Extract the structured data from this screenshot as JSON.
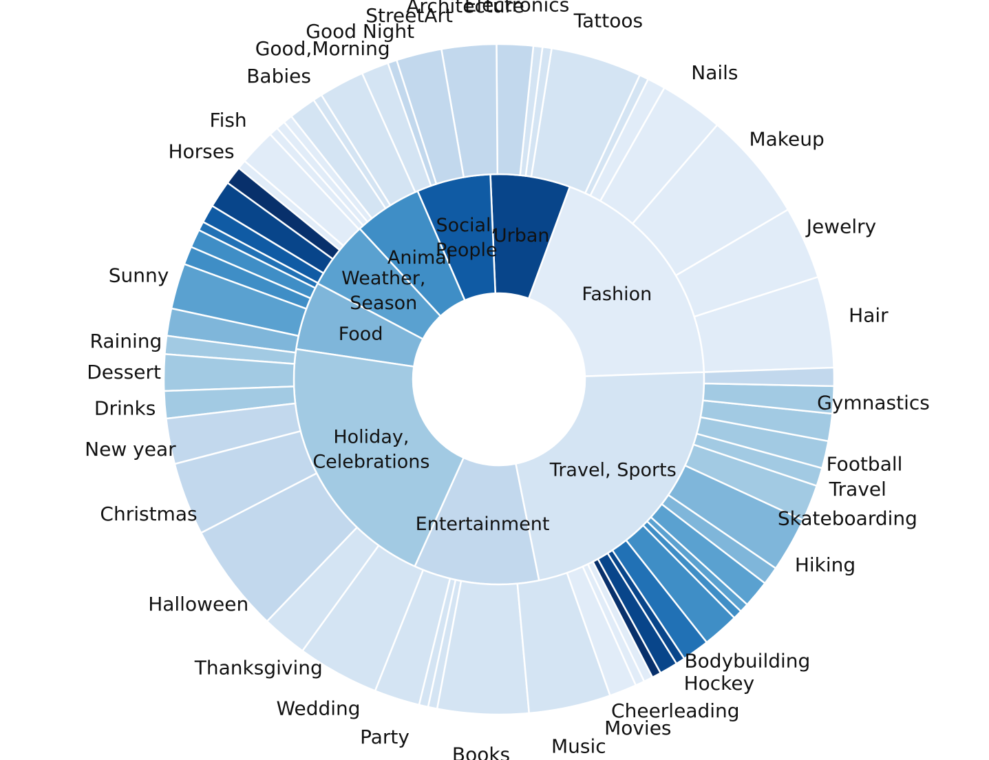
{
  "chart_data": {
    "type": "sunburst",
    "title": "",
    "colormap": "Blues",
    "inner": [
      {
        "name": "Fashion",
        "label_lines": [
          "Fashion"
        ],
        "value": 42,
        "color": "#e1ecf8"
      },
      {
        "name": "Urban",
        "label_lines": [
          "Urban"
        ],
        "value": 14,
        "color": "#08458a"
      },
      {
        "name": "Social, People",
        "label_lines": [
          "Social,",
          "People"
        ],
        "value": 13,
        "color": "#105ba4"
      },
      {
        "name": "Animal",
        "label_lines": [
          "Animal"
        ],
        "value": 12,
        "color": "#3f8ec6"
      },
      {
        "name": "Weather, Season",
        "label_lines": [
          "Weather,",
          "Season"
        ],
        "value": 12,
        "color": "#5aa1d0"
      },
      {
        "name": "Food",
        "label_lines": [
          "Food"
        ],
        "value": 12,
        "color": "#7fb6da"
      },
      {
        "name": "Holiday, Celebrations",
        "label_lines": [
          "Holiday,",
          "Celebrations"
        ],
        "value": 46,
        "color": "#a2cae3"
      },
      {
        "name": "Entertainment",
        "label_lines": [
          "Entertainment"
        ],
        "value": 22,
        "color": "#c2d8ed"
      },
      {
        "name": "Travel, Sports",
        "label_lines": [
          "Travel, Sports"
        ],
        "value": 50,
        "color": "#d4e4f3"
      }
    ],
    "outer": [
      {
        "name": "Hair",
        "label": "Hair",
        "value": 10,
        "color": "#e1ecf8"
      },
      {
        "name": "Jewelry",
        "label": "Jewelry",
        "value": 8,
        "color": "#e1ecf8"
      },
      {
        "name": "Makeup",
        "label": "Makeup",
        "value": 12,
        "color": "#e1ecf8"
      },
      {
        "name": "Nails",
        "label": "Nails",
        "value": 7,
        "color": "#e1ecf8"
      },
      {
        "name": "fashion-a",
        "label": "",
        "value": 2,
        "color": "#e1ecf8"
      },
      {
        "name": "fashion-b",
        "label": "",
        "value": 1,
        "color": "#d4e4f3"
      },
      {
        "name": "Tattoos",
        "label": "Tattoos",
        "value": 10,
        "color": "#d4e4f3"
      },
      {
        "name": "fashion-c",
        "label": "",
        "value": 1,
        "color": "#d4e4f3"
      },
      {
        "name": "fashion-d",
        "label": "",
        "value": 1,
        "color": "#d4e4f3"
      },
      {
        "name": "Electronics",
        "label": "Electronics",
        "value": 4,
        "color": "#c2d8ed"
      },
      {
        "name": "Architecture",
        "label": "Architecture",
        "value": 6,
        "color": "#c2d8ed"
      },
      {
        "name": "StreetArt",
        "label": "StreetArt",
        "value": 5,
        "color": "#c2d8ed"
      },
      {
        "name": "urban-a",
        "label": "",
        "value": 1,
        "color": "#c2d8ed"
      },
      {
        "name": "Good Night",
        "label": "Good Night",
        "value": 3,
        "color": "#d4e4f3"
      },
      {
        "name": "Good,Morning",
        "label": "Good,Morning",
        "value": 5,
        "color": "#d4e4f3"
      },
      {
        "name": "social-a",
        "label": "",
        "value": 1,
        "color": "#d4e4f3"
      },
      {
        "name": "Babies",
        "label": "Babies",
        "value": 3,
        "color": "#d4e4f3"
      },
      {
        "name": "social-b",
        "label": "",
        "value": 1,
        "color": "#e1ecf8"
      },
      {
        "name": "animal-a",
        "label": "",
        "value": 1,
        "color": "#e1ecf8"
      },
      {
        "name": "animal-b",
        "label": "",
        "value": 1,
        "color": "#e1ecf8"
      },
      {
        "name": "Fish",
        "label": "Fish",
        "value": 4,
        "color": "#e1ecf8"
      },
      {
        "name": "animal-c",
        "label": "",
        "value": 1,
        "color": "#e1ecf8"
      },
      {
        "name": "Horses",
        "label": "Horses",
        "value": 2,
        "color": "#08306b"
      },
      {
        "name": "animal-d",
        "label": "",
        "value": 3,
        "color": "#08458a"
      },
      {
        "name": "weather-a",
        "label": "",
        "value": 2,
        "color": "#105ba4"
      },
      {
        "name": "weather-b",
        "label": "",
        "value": 1,
        "color": "#2171b5"
      },
      {
        "name": "weather-c",
        "label": "",
        "value": 2,
        "color": "#3f8ec6"
      },
      {
        "name": "weather-d",
        "label": "",
        "value": 2,
        "color": "#3f8ec6"
      },
      {
        "name": "Sunny",
        "label": "Sunny",
        "value": 5,
        "color": "#5aa1d0"
      },
      {
        "name": "food-a",
        "label": "",
        "value": 3,
        "color": "#7fb6da"
      },
      {
        "name": "Raining",
        "label": "Raining",
        "value": 2,
        "color": "#a2cae3"
      },
      {
        "name": "Dessert",
        "label": "Dessert",
        "value": 4,
        "color": "#a2cae3"
      },
      {
        "name": "Drinks",
        "label": "Drinks",
        "value": 3,
        "color": "#a2cae3"
      },
      {
        "name": "New year",
        "label": "New year",
        "value": 5,
        "color": "#c2d8ed"
      },
      {
        "name": "Christmas",
        "label": "Christmas",
        "value": 8,
        "color": "#c2d8ed"
      },
      {
        "name": "Halloween",
        "label": "Halloween",
        "value": 12,
        "color": "#c2d8ed"
      },
      {
        "name": "Thanksgiving",
        "label": "Thanksgiving",
        "value": 5,
        "color": "#d4e4f3"
      },
      {
        "name": "Wedding",
        "label": "Wedding",
        "value": 9,
        "color": "#d4e4f3"
      },
      {
        "name": "Party",
        "label": "Party",
        "value": 5,
        "color": "#d4e4f3"
      },
      {
        "name": "holiday-a",
        "label": "",
        "value": 1,
        "color": "#d4e4f3"
      },
      {
        "name": "holiday-b",
        "label": "",
        "value": 1,
        "color": "#d4e4f3"
      },
      {
        "name": "Books",
        "label": "Books",
        "value": 10,
        "color": "#d4e4f3"
      },
      {
        "name": "Music",
        "label": "Music",
        "value": 9,
        "color": "#d4e4f3"
      },
      {
        "name": "Movies",
        "label": "Movies",
        "value": 3,
        "color": "#e1ecf8"
      },
      {
        "name": "travel-a",
        "label": "",
        "value": 1,
        "color": "#e1ecf8"
      },
      {
        "name": "travel-b",
        "label": "",
        "value": 1,
        "color": "#e1ecf8"
      },
      {
        "name": "Cheerleading",
        "label": "Cheerleading",
        "value": 1,
        "color": "#08306b"
      },
      {
        "name": "travel-c",
        "label": "",
        "value": 2,
        "color": "#08458a"
      },
      {
        "name": "travel-d",
        "label": "",
        "value": 1,
        "color": "#08458a"
      },
      {
        "name": "Hockey",
        "label": "Hockey",
        "value": 3,
        "color": "#2171b5"
      },
      {
        "name": "Bodybuilding",
        "label": "Bodybuilding",
        "value": 4,
        "color": "#3f8ec6"
      },
      {
        "name": "travel-e",
        "label": "",
        "value": 1,
        "color": "#3f8ec6"
      },
      {
        "name": "travel-f",
        "label": "",
        "value": 1,
        "color": "#5aa1d0"
      },
      {
        "name": "travel-g",
        "label": "",
        "value": 3,
        "color": "#5aa1d0"
      },
      {
        "name": "travel-h",
        "label": "",
        "value": 2,
        "color": "#7fb6da"
      },
      {
        "name": "Hiking",
        "label": "Hiking",
        "value": 6,
        "color": "#7fb6da"
      },
      {
        "name": "Skateboarding",
        "label": "Skateboarding",
        "value": 4,
        "color": "#a2cae3"
      },
      {
        "name": "Travel",
        "label": "Travel",
        "value": 2,
        "color": "#a2cae3"
      },
      {
        "name": "Football",
        "label": "Football",
        "value": 3,
        "color": "#a2cae3"
      },
      {
        "name": "travel-i",
        "label": "",
        "value": 3,
        "color": "#a2cae3"
      },
      {
        "name": "Gymnastics",
        "label": "Gymnastics",
        "value": 3,
        "color": "#a2cae3"
      },
      {
        "name": "travel-j",
        "label": "",
        "value": 2,
        "color": "#c2d8ed"
      }
    ]
  }
}
